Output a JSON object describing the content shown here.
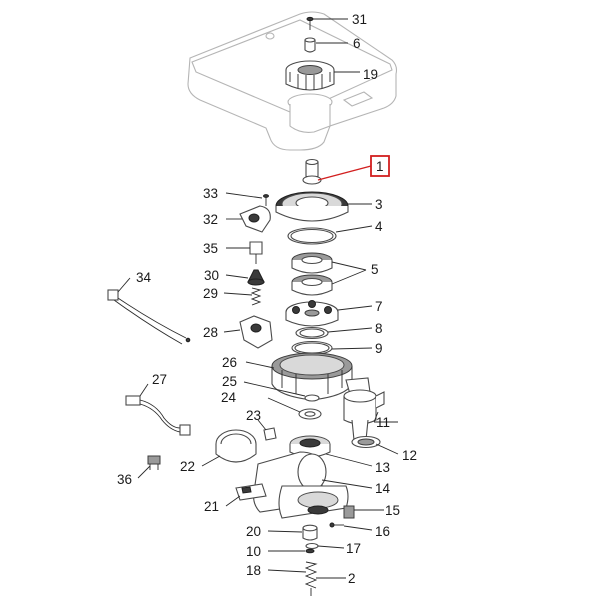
{
  "highlighted_part": "1",
  "callouts": {
    "c1": "1",
    "c2": "2",
    "c3": "3",
    "c4": "4",
    "c5": "5",
    "c6": "6",
    "c7": "7",
    "c8": "8",
    "c9": "9",
    "c10": "10",
    "c11": "11",
    "c12": "12",
    "c13": "13",
    "c14": "14",
    "c15": "15",
    "c16": "16",
    "c17": "17",
    "c18": "18",
    "c19": "19",
    "c20": "20",
    "c21": "21",
    "c22": "22",
    "c23": "23",
    "c24": "24",
    "c25": "25",
    "c26": "26",
    "c27": "27",
    "c28": "28",
    "c29": "29",
    "c30": "30",
    "c31": "31",
    "c32": "32",
    "c33": "33",
    "c34": "34",
    "c35": "35",
    "c36": "36"
  },
  "colors": {
    "highlight": "#d21f1f",
    "line": "#4a4a4a"
  }
}
